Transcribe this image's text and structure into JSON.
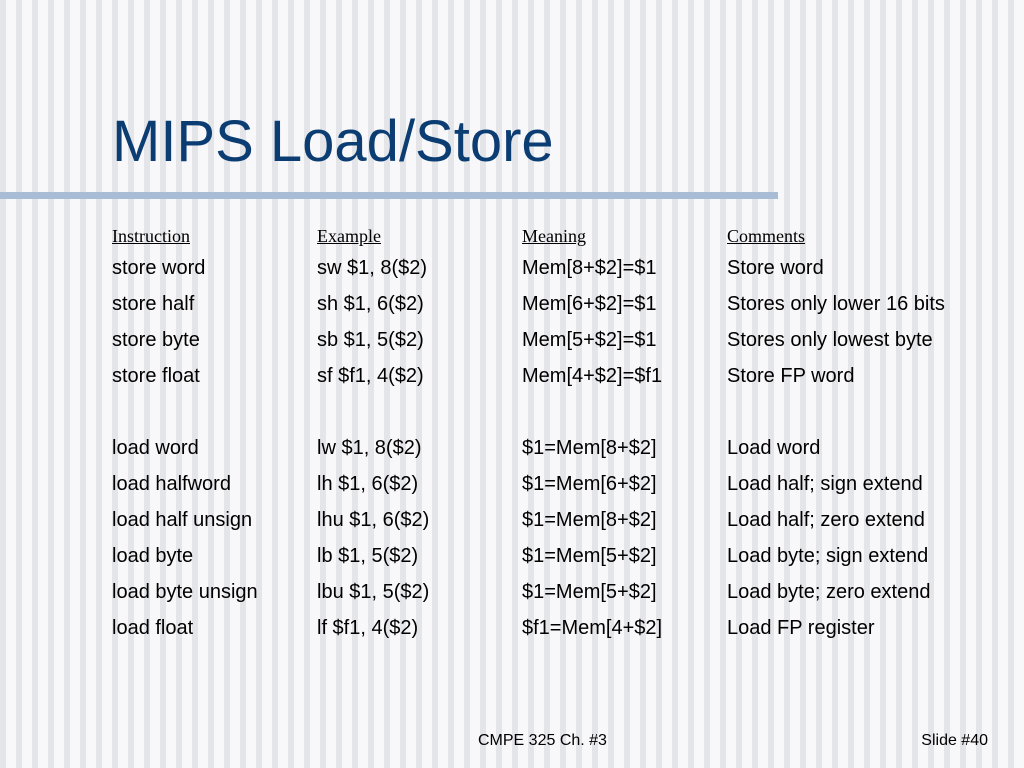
{
  "title": "MIPS Load/Store",
  "table": {
    "headers": {
      "instruction": "Instruction",
      "example": "Example",
      "meaning": "Meaning",
      "comments": "Comments"
    },
    "rows": [
      {
        "instruction": "store word",
        "example": "sw $1, 8($2)",
        "meaning": "Mem[8+$2]=$1",
        "comments": "Store word"
      },
      {
        "instruction": "store half",
        "example": "sh $1, 6($2)",
        "meaning": "Mem[6+$2]=$1",
        "comments": "Stores only lower 16 bits"
      },
      {
        "instruction": "store byte",
        "example": "sb $1, 5($2)",
        "meaning": "Mem[5+$2]=$1",
        "comments": "Stores only lowest byte"
      },
      {
        "instruction": "store float",
        "example": "sf $f1, 4($2)",
        "meaning": "Mem[4+$2]=$f1",
        "comments": "Store FP word"
      },
      {
        "instruction": "",
        "example": "",
        "meaning": "",
        "comments": ""
      },
      {
        "instruction": "load word",
        "example": "lw $1, 8($2)",
        "meaning": "$1=Mem[8+$2]",
        "comments": "Load word"
      },
      {
        "instruction": "load halfword",
        "example": "lh $1, 6($2)",
        "meaning": "$1=Mem[6+$2]",
        "comments": "Load half; sign extend"
      },
      {
        "instruction": "load half unsign",
        "example": "lhu $1, 6($2)",
        "meaning": "$1=Mem[8+$2]",
        "comments": "Load half; zero extend"
      },
      {
        "instruction": "load byte",
        "example": "lb $1, 5($2)",
        "meaning": "$1=Mem[5+$2]",
        "comments": "Load byte; sign extend"
      },
      {
        "instruction": "load byte unsign",
        "example": "lbu $1, 5($2)",
        "meaning": "$1=Mem[5+$2]",
        "comments": "Load byte; zero extend"
      },
      {
        "instruction": "load float",
        "example": "lf $f1, 4($2)",
        "meaning": "$f1=Mem[4+$2]",
        "comments": "Load FP register"
      }
    ]
  },
  "footer": {
    "course": "CMPE 325 Ch. #3",
    "slide_number": "Slide #40"
  },
  "colors": {
    "title": "#0b3c72",
    "rule": "#a9bcd6",
    "background_stripe_dark": "#e4e5e9",
    "background_stripe_light": "#f8f8fa"
  }
}
